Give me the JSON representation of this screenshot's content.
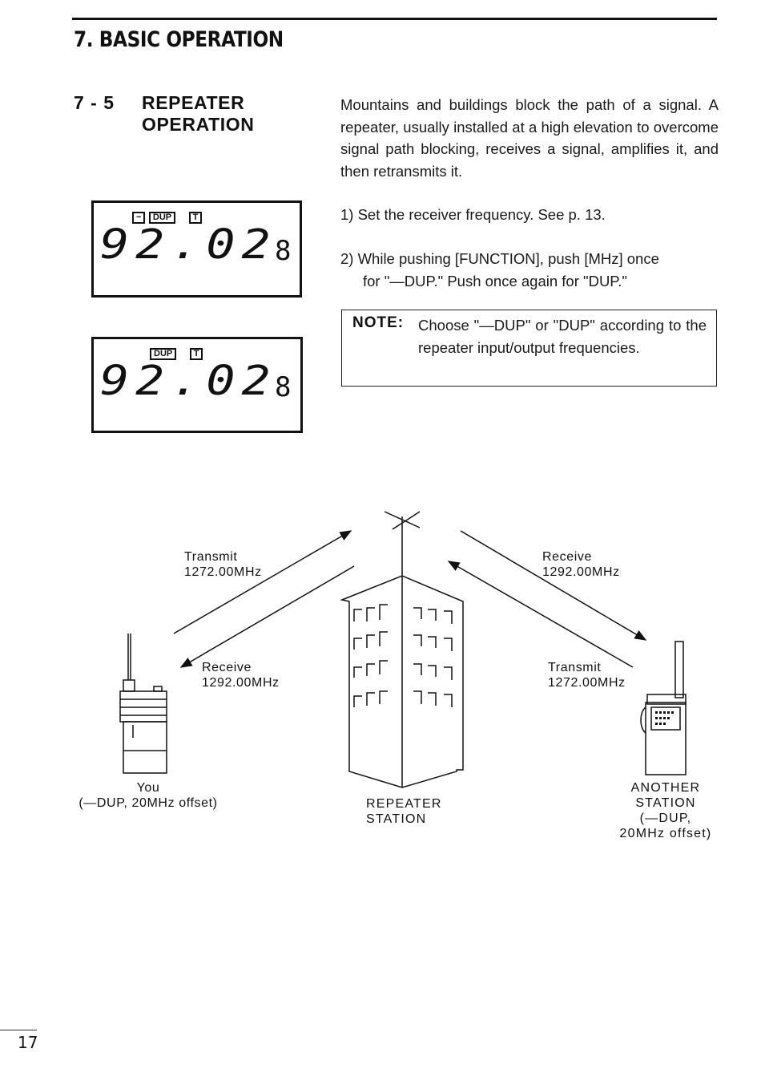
{
  "chapter": "7. BASIC OPERATION",
  "section": {
    "number": "7 - 5",
    "title_line1": "REPEATER",
    "title_line2": "OPERATION"
  },
  "intro": "Mountains and buildings block the path of a signal. A repeater, usually installed at a high elevation to overcome signal path blocking, receives a signal, amplifies it, and then retransmits it.",
  "steps": {
    "step1": "1) Set the receiver frequency.  See p. 13.",
    "step2_line1": "2) While pushing [FUNCTION], push [MHz] once",
    "step2_line2": "for \"—DUP.\"  Push once again for \"DUP.\""
  },
  "note": {
    "label": "NOTE:",
    "text": "Choose \"—DUP\" or \"DUP\" according to the repeater input/output frequencies."
  },
  "displays": [
    {
      "minus_badge": "−",
      "dup_badge": "DUP",
      "t_badge": "T",
      "digits": "92.02",
      "channel": "8"
    },
    {
      "dup_badge": "DUP",
      "t_badge": "T",
      "digits": "92.02",
      "channel": "8"
    }
  ],
  "diagram": {
    "transmit_left": {
      "line1": "Transmit",
      "line2": "1272.00MHz"
    },
    "receive_left": {
      "line1": "Receive",
      "line2": "1292.00MHz"
    },
    "receive_right": {
      "line1": "Receive",
      "line2": "1292.00MHz"
    },
    "transmit_right": {
      "line1": "Transmit",
      "line2": "1272.00MHz"
    },
    "you": {
      "line1": "You",
      "line2": "(—DUP, 20MHz offset)"
    },
    "repeater": {
      "line1": "REPEATER",
      "line2": "STATION"
    },
    "another": {
      "line1": "ANOTHER",
      "line2": "STATION",
      "line3": "(—DUP,",
      "line4": "20MHz offset)"
    }
  },
  "page_number": "17"
}
